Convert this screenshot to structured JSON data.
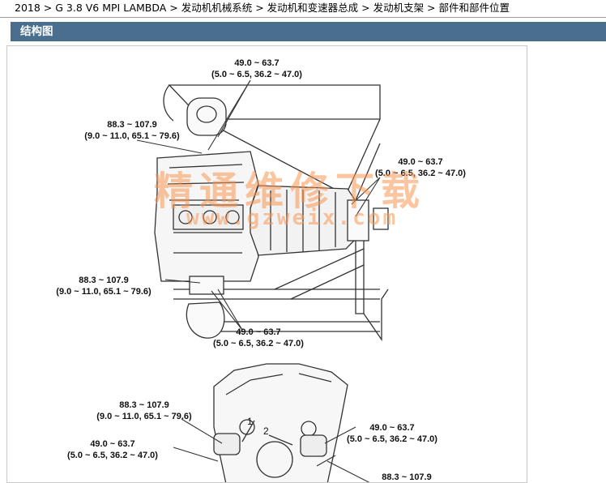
{
  "breadcrumb": "2018 > G 3.8 V6 MPI LAMBDA > 发动机机械系统 > 发动机和变速器总成 > 发动机支架 > 部件和部件位置",
  "section_title": "结构图",
  "watermark": {
    "cn": "精通维修下载",
    "url": "www.gzweix.com"
  },
  "figure": {
    "labels": {
      "top_right_bolt": {
        "range": "49.0 ~ 63.7",
        "sub": "(5.0 ~ 6.5, 36.2 ~ 47.0)"
      },
      "top_left_bolt": {
        "range": "88.3 ~ 107.9",
        "sub": "(9.0 ~ 11.0, 65.1 ~ 79.6)"
      },
      "right_mount_bolt": {
        "range": "49.0 ~ 63.7",
        "sub": "(5.0 ~ 6.5, 36.2 ~ 47.0)"
      },
      "mid_left_bolt": {
        "range": "88.3 ~ 107.9",
        "sub": "(9.0 ~ 11.0, 65.1 ~ 79.6)"
      },
      "lower_mid_bolt": {
        "range": "49.0 ~ 63.7",
        "sub": "(5.0 ~ 6.5, 36.2 ~ 47.0)"
      },
      "bottom_left_upper": {
        "range": "88.3 ~ 107.9",
        "sub": "(9.0 ~ 11.0, 65.1 ~ 79.6)"
      },
      "bottom_left_lower": {
        "range": "49.0 ~ 63.7",
        "sub": "(5.0 ~ 6.5, 36.2 ~ 47.0)"
      },
      "bottom_right_upper": {
        "range": "49.0 ~ 63.7",
        "sub": "(5.0 ~ 6.5, 36.2 ~ 47.0)"
      },
      "bottom_right_lower": {
        "range": "88.3 ~ 107.9",
        "sub": ""
      }
    },
    "callouts": {
      "one": "1",
      "two": "2"
    }
  }
}
